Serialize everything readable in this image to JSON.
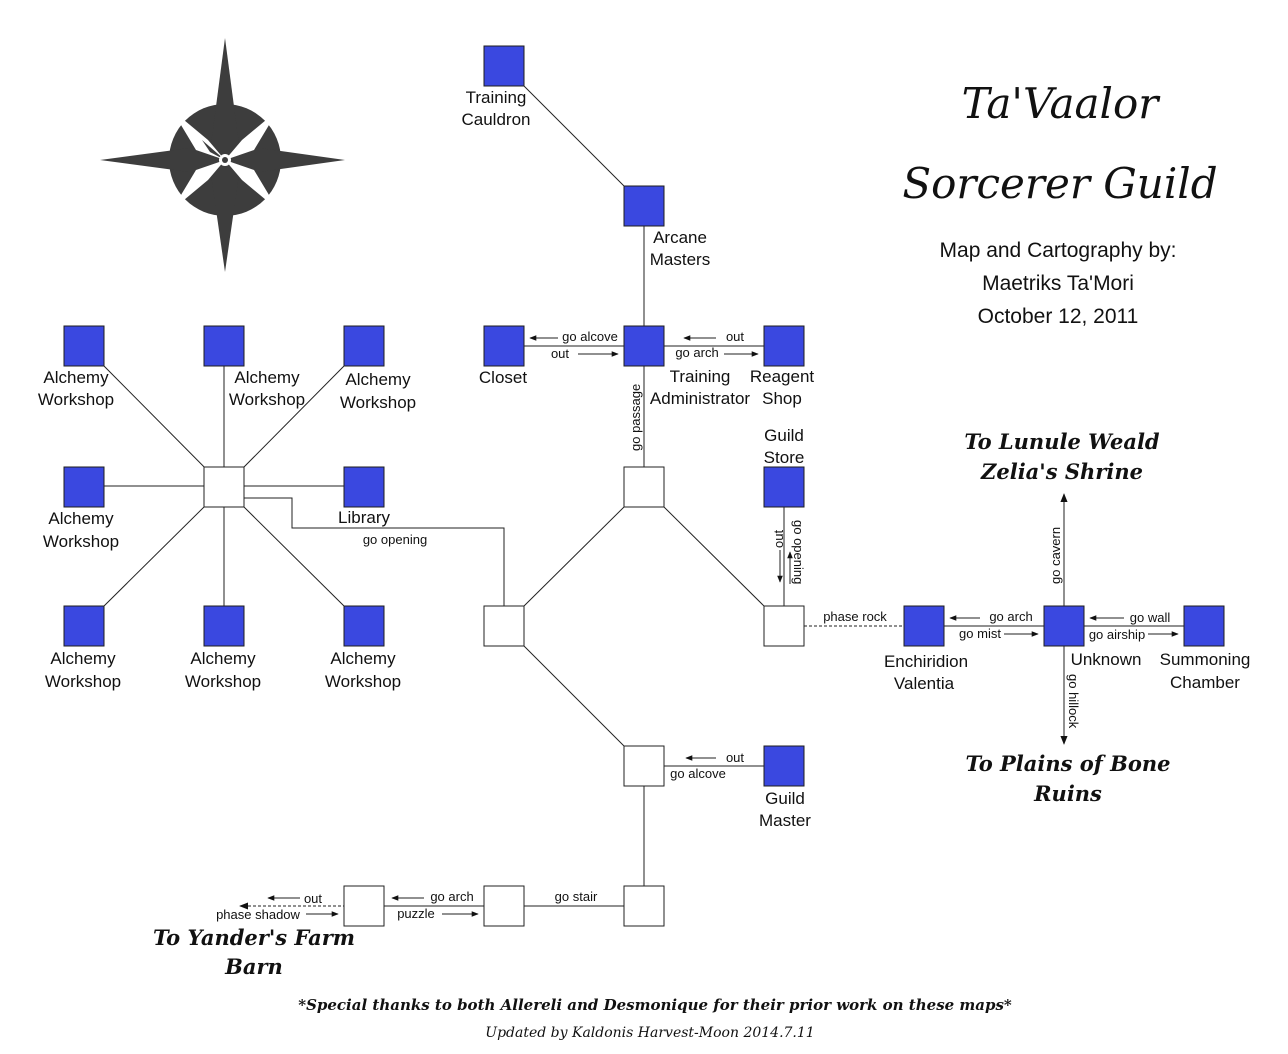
{
  "title": {
    "line1": "Ta'Vaalor",
    "line2": "Sorcerer Guild"
  },
  "credits": {
    "line1": "Map and Cartography by:",
    "line2": "Maetriks Ta'Mori",
    "line3": "October 12, 2011"
  },
  "rooms": {
    "training_cauldron": [
      "Training",
      "Cauldron"
    ],
    "arcane_masters": [
      "Arcane",
      "Masters"
    ],
    "closet": "Closet",
    "training_administrator": [
      "Training",
      "Administrator"
    ],
    "reagent_shop": [
      "Reagent",
      "Shop"
    ],
    "guild_store": [
      "Guild",
      "Store"
    ],
    "alchemy_workshop": [
      "Alchemy",
      "Workshop"
    ],
    "library": "Library",
    "enchiridion_valentia": [
      "Enchiridion",
      "Valentia"
    ],
    "unknown": "Unknown",
    "summoning_chamber": [
      "Summoning",
      "Chamber"
    ],
    "guild_master": [
      "Guild",
      "Master"
    ]
  },
  "exits": {
    "go_alcove": "go alcove",
    "out": "out",
    "go_arch": "go arch",
    "go_passage": "go passage",
    "go_opening": "go opening",
    "phase_rock": "phase rock",
    "go_mist": "go mist",
    "go_wall": "go wall",
    "go_airship": "go airship",
    "go_cavern": "go cavern",
    "go_hillock": "go hillock",
    "go_stair": "go stair",
    "puzzle": "puzzle",
    "phase_shadow": "phase shadow"
  },
  "destinations": {
    "lunule": [
      "To Lunule Weald",
      "Zelia's Shrine"
    ],
    "plains": [
      "To Plains of Bone",
      "Ruins"
    ],
    "yander": [
      "To Yander's Farm",
      "Barn"
    ]
  },
  "footer": {
    "thanks": "*Special thanks to both Allereli and Desmonique for their prior work on these maps*",
    "updated": "Updated by Kaldonis Harvest-Moon 2014.7.11"
  },
  "colors": {
    "room_fill": "#3a48e0",
    "compass": "#3d3d3d",
    "background": "#ffffff"
  },
  "icons": {
    "compass": "compass-rose-icon"
  }
}
